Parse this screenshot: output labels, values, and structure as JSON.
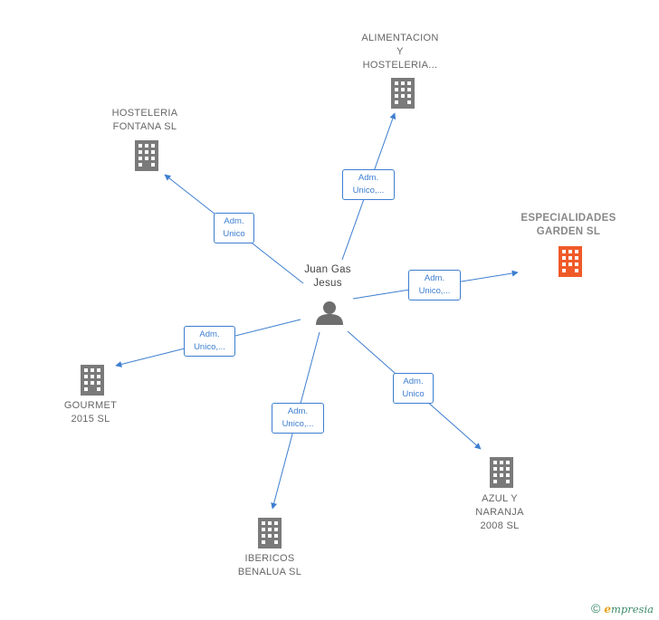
{
  "center": {
    "name_line1": "Juan Gas",
    "name_line2": "Jesus",
    "icon": "person-icon"
  },
  "nodes": [
    {
      "id": "alimentacion",
      "lines": [
        "ALIMENTACION",
        "Y",
        "HOSTELERIA..."
      ],
      "icon": "building-icon",
      "color": "#7a7a7a"
    },
    {
      "id": "hosteleria-fontana",
      "lines": [
        "HOSTELERIA",
        "FONTANA  SL"
      ],
      "icon": "building-icon",
      "color": "#7a7a7a"
    },
    {
      "id": "especialidades-garden",
      "lines": [
        "ESPECIALIDADES",
        "GARDEN  SL"
      ],
      "icon": "building-icon",
      "color": "#f05a28",
      "highlight": true
    },
    {
      "id": "gourmet-2015",
      "lines": [
        "GOURMET",
        "2015  SL"
      ],
      "icon": "building-icon",
      "color": "#7a7a7a"
    },
    {
      "id": "azul-y-naranja",
      "lines": [
        "AZUL Y",
        "NARANJA",
        "2008 SL"
      ],
      "icon": "building-icon",
      "color": "#7a7a7a"
    },
    {
      "id": "ibericos-benalua",
      "lines": [
        "IBERICOS",
        "BENALUA  SL"
      ],
      "icon": "building-icon",
      "color": "#7a7a7a"
    }
  ],
  "edges": [
    {
      "to": "alimentacion",
      "label_line1": "Adm.",
      "label_line2": "Unico,..."
    },
    {
      "to": "hosteleria-fontana",
      "label_line1": "Adm.",
      "label_line2": "Unico"
    },
    {
      "to": "especialidades-garden",
      "label_line1": "Adm.",
      "label_line2": "Unico,..."
    },
    {
      "to": "gourmet-2015",
      "label_line1": "Adm.",
      "label_line2": "Unico,..."
    },
    {
      "to": "azul-y-naranja",
      "label_line1": "Adm.",
      "label_line2": "Unico"
    },
    {
      "to": "ibericos-benalua",
      "label_line1": "Adm.",
      "label_line2": "Unico,..."
    }
  ],
  "colors": {
    "edge": "#3d7ed0",
    "building": "#7a7a7a",
    "highlight": "#f05a28",
    "person": "#6e6e6e"
  },
  "footer": {
    "copyright_symbol": "©",
    "brand_initial": "e",
    "brand_rest": "mpresia"
  }
}
